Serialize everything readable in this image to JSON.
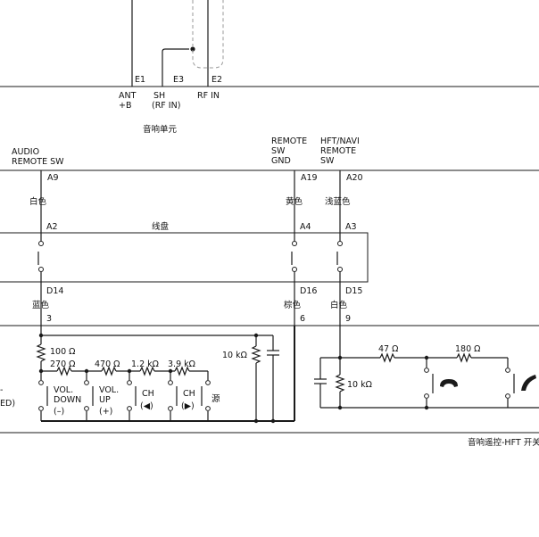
{
  "audio_unit": {
    "title": "音响单元",
    "connectors": [
      {
        "pin": "E1",
        "lines": [
          "ANT",
          "+B"
        ]
      },
      {
        "pin": "E3",
        "lines": [
          "SH",
          "(RF IN)"
        ]
      },
      {
        "pin": "E2",
        "lines": [
          "RF IN"
        ]
      }
    ],
    "audio_remote": {
      "lines": [
        "AUDIO",
        "REMOTE SW"
      ],
      "pin": "A9"
    },
    "remote_gnd": {
      "lines": [
        "REMOTE",
        "SW",
        "GND"
      ],
      "pin": "A19"
    },
    "hft_navi": {
      "lines": [
        "HFT/NAVI",
        "REMOTE",
        "SW"
      ],
      "pin": "A20"
    }
  },
  "wire_colors_top": [
    "白色",
    "黄色",
    "浅蓝色"
  ],
  "spiral_cable": {
    "title": "线盘",
    "pins_top": [
      "A2",
      "A4",
      "A3"
    ],
    "pins_bottom": [
      "D14",
      "D16",
      "D15"
    ]
  },
  "wire_colors_bottom": [
    "蓝色",
    "棕色",
    "白色"
  ],
  "switch_pins": [
    "3",
    "6",
    "9"
  ],
  "audio_switch": {
    "resistors": {
      "r_100": "100 Ω",
      "r_270": "270 Ω",
      "r_470": "470 Ω",
      "r_1k2": "1.2 kΩ",
      "r_3k9": "3.9 kΩ",
      "r_10k": "10 kΩ"
    },
    "switches": [
      {
        "lines": [
          "VOL.",
          "DOWN",
          "(–)"
        ]
      },
      {
        "lines": [
          "VOL.",
          "UP",
          "(+)"
        ]
      },
      {
        "lines": [
          "CH",
          "(◀)"
        ]
      },
      {
        "lines": [
          "CH",
          "(▶)"
        ]
      },
      {
        "lines": [
          "源"
        ]
      }
    ],
    "left_edge": [
      "-",
      "ED)"
    ]
  },
  "hft_switch": {
    "r_47": "47 Ω",
    "r_180": "180 Ω",
    "r_10k": "10 kΩ",
    "call_icon": "phone-pickup-icon",
    "hangup_icon": "phone-hangup-icon"
  },
  "footer_label": "音响遥控-HFT 开关"
}
